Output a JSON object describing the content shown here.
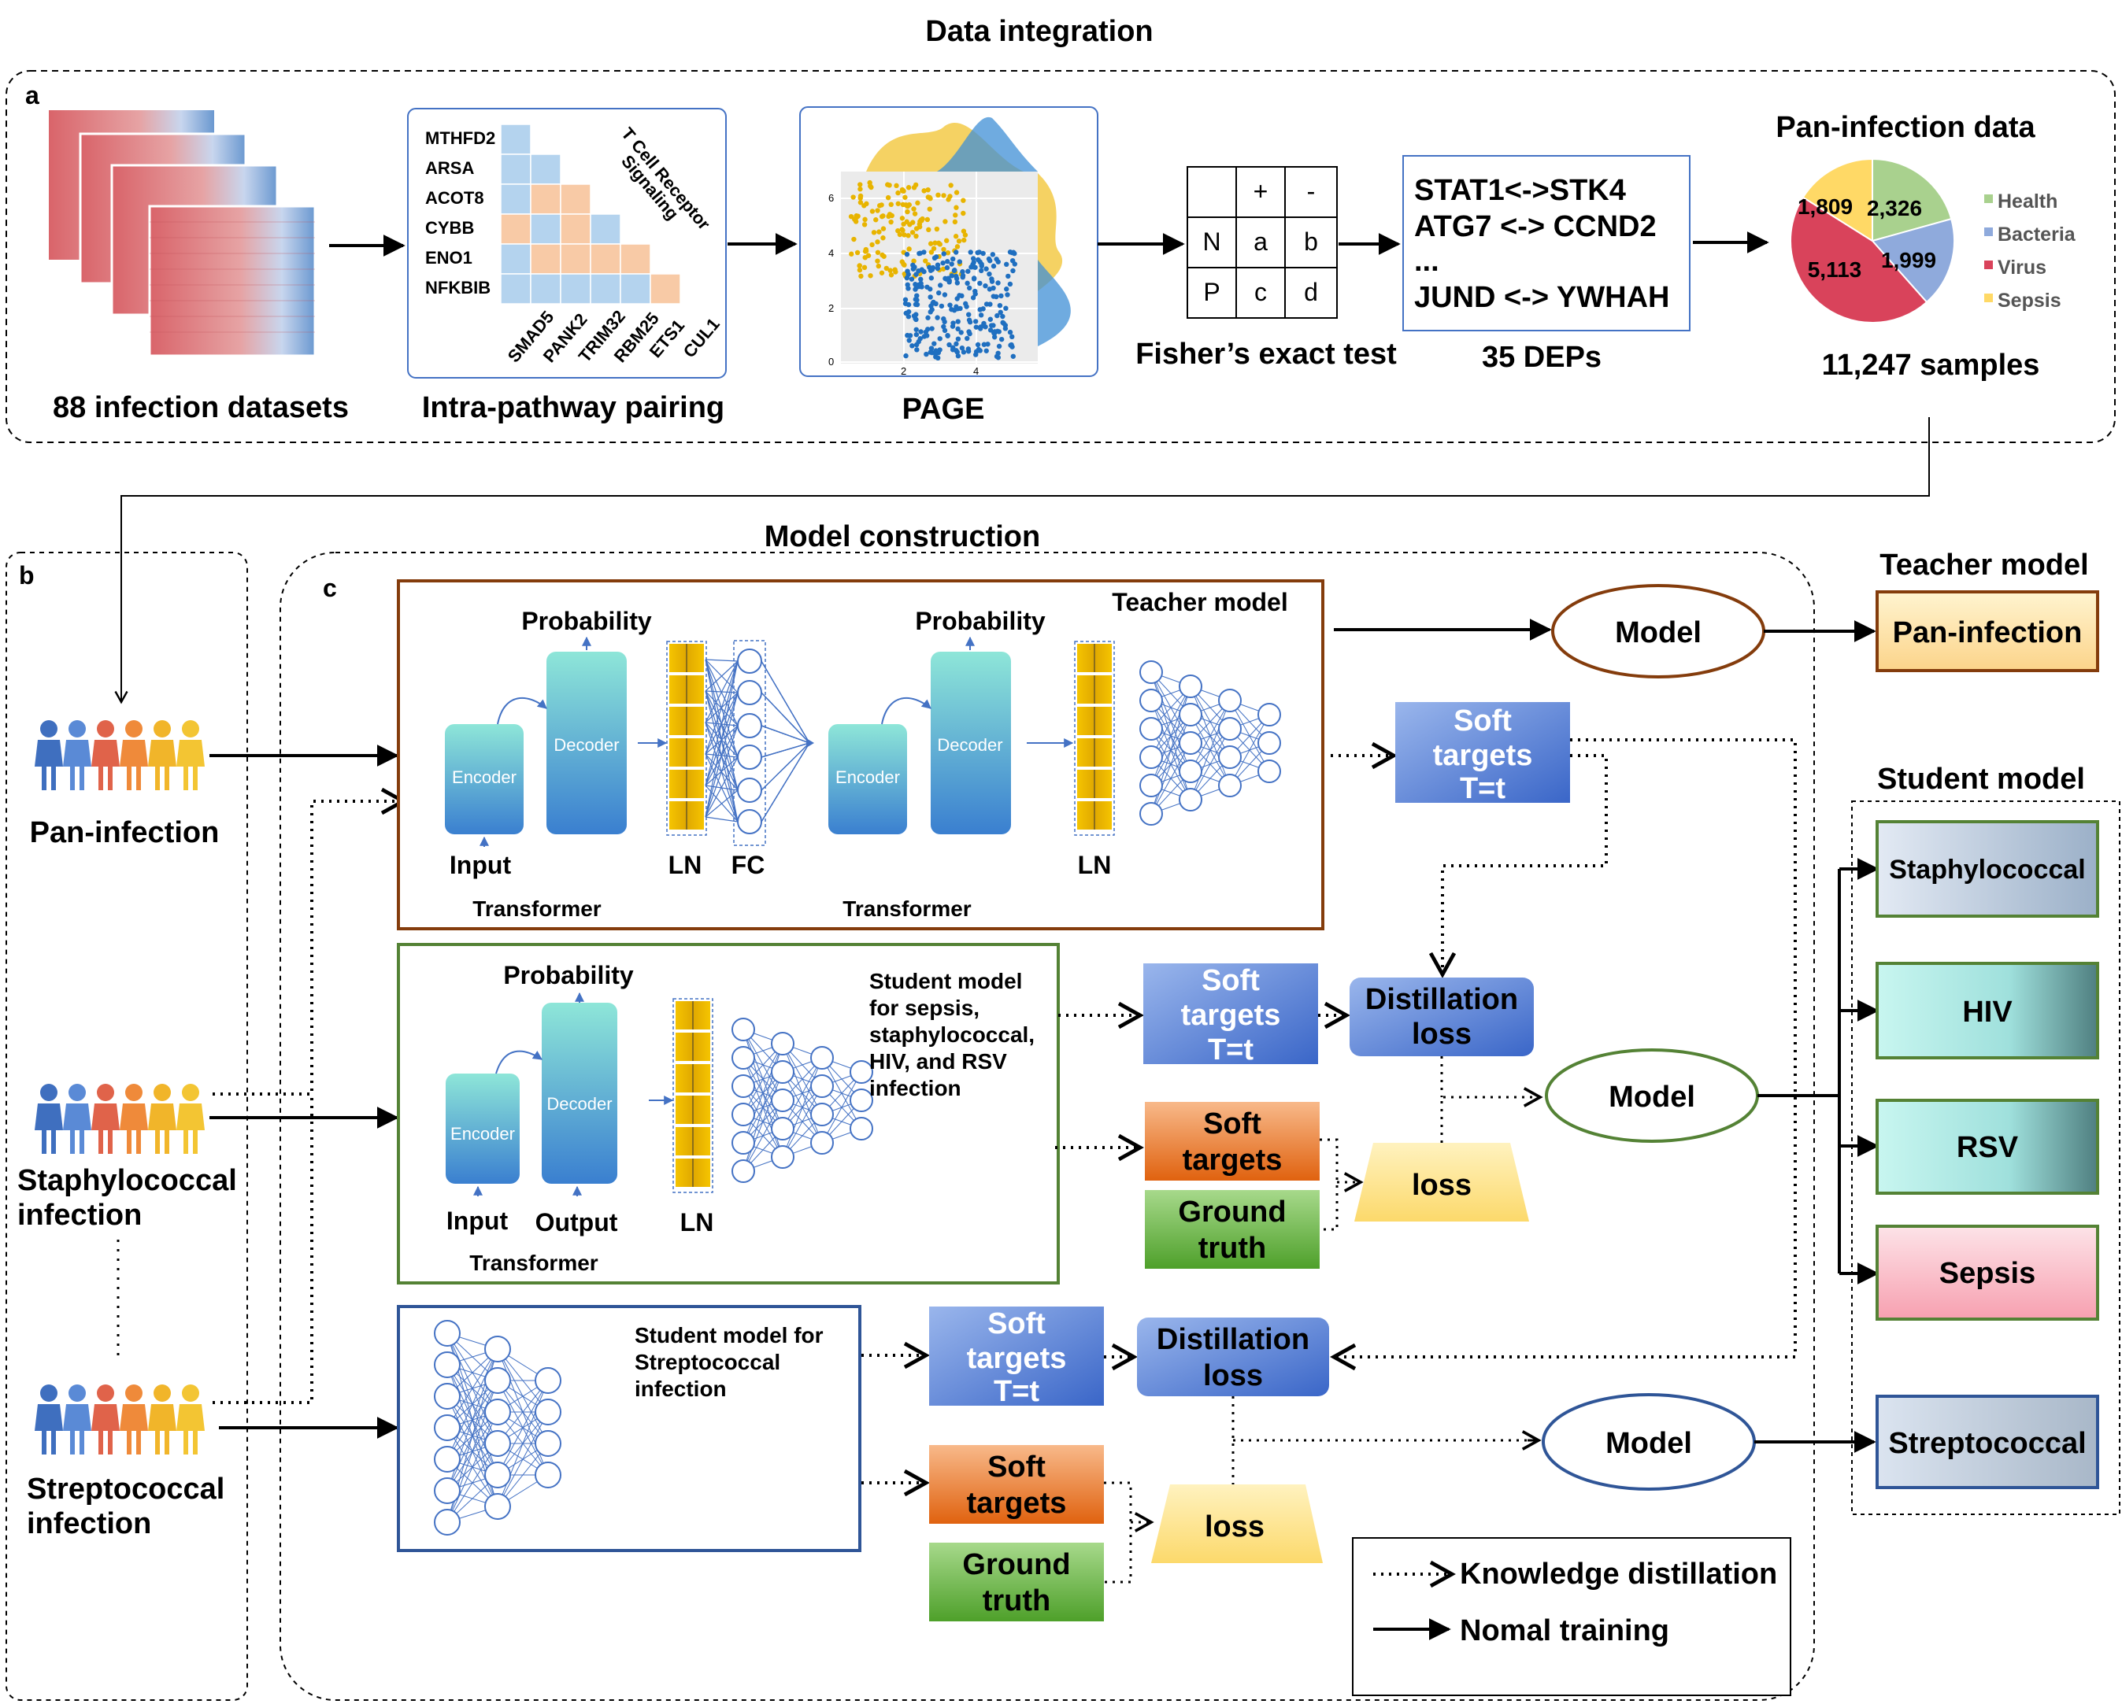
{
  "sections": {
    "data_integration": "Data integration",
    "model_construction": "Model construction",
    "panel_a": "a",
    "panel_b": "b",
    "panel_c": "c"
  },
  "panel_a": {
    "datasets_label": "88 infection datasets",
    "pairing_label": "Intra-pathway pairing",
    "pairing_genes": [
      "MTHFD2",
      "ARSA",
      "ACOT8",
      "CYBB",
      "ENO1",
      "NFKBIB"
    ],
    "pairing_cols": [
      "SMAD5",
      "PANK2",
      "TRIM32",
      "RBM25",
      "ETS1",
      "CUL1"
    ],
    "pathway_line1": "T Cell Receptor",
    "pathway_line2": "Signaling",
    "page_label": "PAGE",
    "scatter_y_ticks": [
      "6",
      "4",
      "2",
      "0"
    ],
    "scatter_x_ticks": [
      "2",
      "4"
    ],
    "fisher_label": "Fisher’s exact test",
    "fisher_table": {
      "plus": "+",
      "minus": "-",
      "n": "N",
      "a": "a",
      "b": "b",
      "p": "P",
      "c": "c",
      "d": "d"
    },
    "deps": [
      "STAT1<->STK4",
      "ATG7 <-> CCND2",
      "...",
      "JUND <-> YWHAH"
    ],
    "deps_label": "35 DEPs",
    "pan_title": "Pan-infection data",
    "samples_label": "11,247 samples",
    "pie": [
      {
        "name": "Health",
        "value": "2,326",
        "color": "#a9d18e"
      },
      {
        "name": "Bacteria",
        "value": "1,999",
        "color": "#8faadc"
      },
      {
        "name": "Virus",
        "value": "5,113",
        "color": "#d9435b"
      },
      {
        "name": "Sepsis",
        "value": "1,809",
        "color": "#ffd966"
      }
    ]
  },
  "panel_b": {
    "pan": "Pan-infection",
    "staph_1": "Staphylococcal",
    "staph_2": "infection",
    "strep_1": "Streptococcal",
    "strep_2": "infection"
  },
  "teacher_box": {
    "title": "Teacher model",
    "probability1": "Probability",
    "probability2": "Probability",
    "encoder": "Encoder",
    "decoder": "Decoder",
    "input": "Input",
    "ln1": "LN",
    "fc": "FC",
    "ln2": "LN",
    "transformer1": "Transformer",
    "transformer2": "Transformer"
  },
  "student_box": {
    "probability": "Probability",
    "encoder": "Encoder",
    "decoder": "Decoder",
    "input": "Input",
    "output": "Output",
    "ln": "LN",
    "transformer": "Transformer",
    "desc": [
      "Student model",
      "for sepsis,",
      "staphylococcal,",
      "HIV, and RSV",
      "infection"
    ]
  },
  "strep_box": {
    "desc": [
      "Student model for",
      "Streptococcal",
      "infection"
    ]
  },
  "blocks": {
    "soft_targets_t": [
      "Soft",
      "targets",
      "T=t"
    ],
    "soft_targets": [
      "Soft",
      "targets"
    ],
    "ground_truth": [
      "Ground",
      "truth"
    ],
    "distillation": [
      "Distillation",
      "loss"
    ],
    "loss": "loss",
    "model": "Model"
  },
  "outputs": {
    "teacher_header": "Teacher model",
    "teacher_out": "Pan-infection",
    "student_header": "Student model",
    "student_outs": [
      "Staphylococcal",
      "HIV",
      "RSV",
      "Sepsis",
      "Streptococcal"
    ]
  },
  "legend": {
    "kd": "Knowledge distillation",
    "normal": "Nomal training"
  }
}
